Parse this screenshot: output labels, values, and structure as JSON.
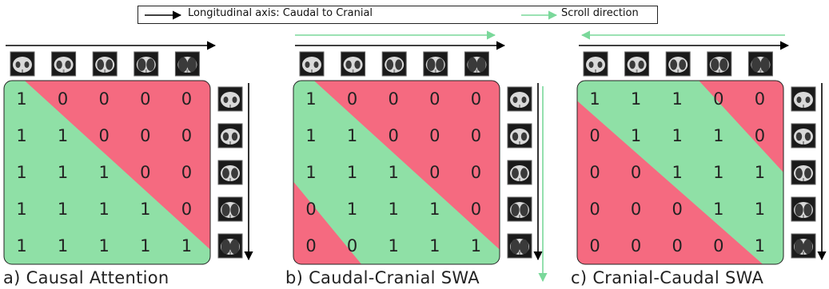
{
  "legend": {
    "axis_label": "Longitudinal axis: Caudal to Cranial",
    "scroll_label": "Scroll direction",
    "axis_color": "#000000",
    "scroll_color": "#7ad89a"
  },
  "colors": {
    "attend": "#8fe0a6",
    "masked": "#f56a80",
    "thumb_bg": "#1a1a1a",
    "thumb_body": "#d9d9d9",
    "thumb_lung": "#3a3a3a"
  },
  "panels": [
    {
      "caption": "a) Causal Attention",
      "top_arrow": "axis",
      "side_arrow": "axis",
      "matrix": [
        [
          1,
          0,
          0,
          0,
          0
        ],
        [
          1,
          1,
          0,
          0,
          0
        ],
        [
          1,
          1,
          1,
          0,
          0
        ],
        [
          1,
          1,
          1,
          1,
          0
        ],
        [
          1,
          1,
          1,
          1,
          1
        ]
      ]
    },
    {
      "caption": "b) Caudal-Cranial SWA",
      "top_arrow": "axis+scroll-right",
      "side_arrow": "axis+scroll-down",
      "matrix": [
        [
          1,
          0,
          0,
          0,
          0
        ],
        [
          1,
          1,
          0,
          0,
          0
        ],
        [
          1,
          1,
          1,
          0,
          0
        ],
        [
          0,
          1,
          1,
          1,
          0
        ],
        [
          0,
          0,
          1,
          1,
          1
        ]
      ]
    },
    {
      "caption": "c) Cranial-Caudal SWA",
      "top_arrow": "axis+scroll-left",
      "side_arrow": "axis",
      "matrix": [
        [
          1,
          1,
          1,
          0,
          0
        ],
        [
          0,
          1,
          1,
          1,
          0
        ],
        [
          0,
          0,
          1,
          1,
          1
        ],
        [
          0,
          0,
          0,
          1,
          1
        ],
        [
          0,
          0,
          0,
          0,
          1
        ]
      ]
    }
  ]
}
